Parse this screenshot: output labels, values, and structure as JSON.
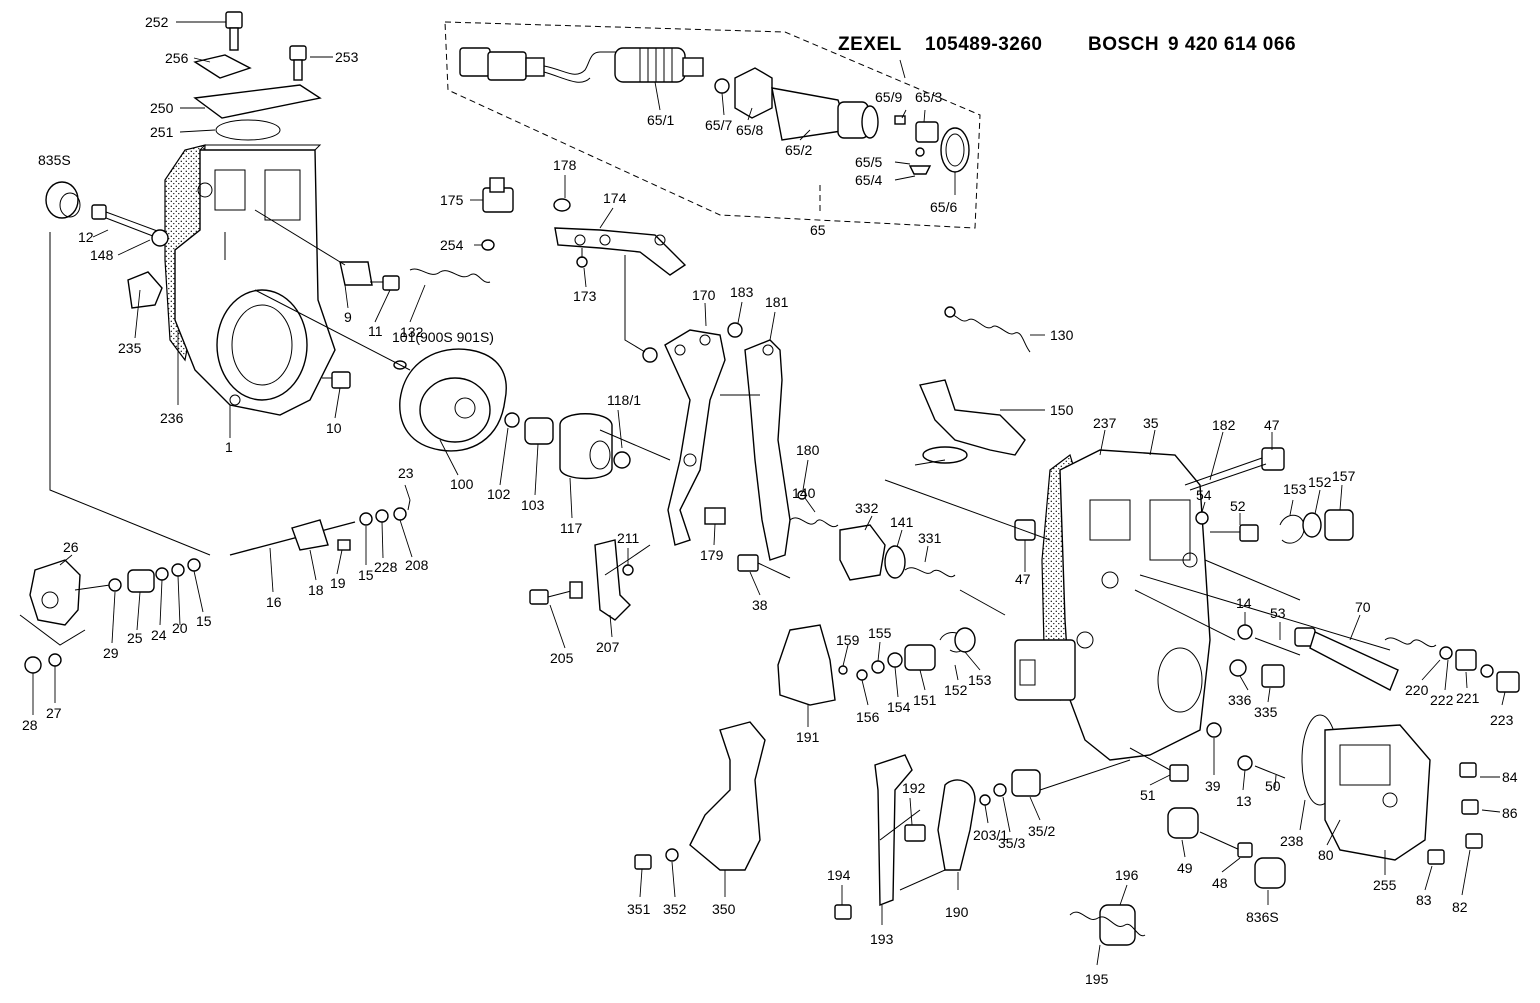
{
  "header": {
    "maker1": "ZEXEL",
    "part_no1": "105489-3260",
    "maker2": "BOSCH",
    "part_no2": "9 420 614 066"
  },
  "labels": {
    "l252": "252",
    "l253": "253",
    "l256": "256",
    "l250": "250",
    "l251": "251",
    "l835s": "835S",
    "l12": "12",
    "l148": "148",
    "l235": "235",
    "l236": "236",
    "l1": "1",
    "l9": "9",
    "l11": "11",
    "l132": "132",
    "l10": "10",
    "l101": "101(900S 901S)",
    "l100": "100",
    "l102": "102",
    "l103": "103",
    "l117": "117",
    "l118_1": "118/1",
    "l175": "175",
    "l254": "254",
    "l178": "178",
    "l174": "174",
    "l173": "173",
    "l170": "170",
    "l183": "183",
    "l181": "181",
    "l180": "180",
    "l179": "179",
    "l65_1": "65/1",
    "l65_7": "65/7",
    "l65_8": "65/8",
    "l65_2": "65/2",
    "l65_9": "65/9",
    "l65_3": "65/3",
    "l65_5": "65/5",
    "l65_4": "65/4",
    "l65_6": "65/6",
    "l65": "65",
    "l130": "130",
    "l150": "150",
    "l237": "237",
    "l35": "35",
    "l182": "182",
    "l47a": "47",
    "l47b": "47",
    "l54": "54",
    "l52": "52",
    "l153a": "153",
    "l152a": "152",
    "l157": "157",
    "l140": "140",
    "l332": "332",
    "l141": "141",
    "l331": "331",
    "l38": "38",
    "l23": "23",
    "l26": "26",
    "l29": "29",
    "l25": "25",
    "l24": "24",
    "l20": "20",
    "l15a": "15",
    "l16": "16",
    "l18": "18",
    "l19": "19",
    "l15b": "15",
    "l228": "228",
    "l208": "208",
    "l28": "28",
    "l27": "27",
    "l211": "211",
    "l205": "205",
    "l207": "207",
    "l159": "159",
    "l155": "155",
    "l156": "156",
    "l154": "154",
    "l151": "151",
    "l152b": "152",
    "l153b": "153",
    "l191": "191",
    "l14": "14",
    "l53": "53",
    "l70": "70",
    "l220": "220",
    "l222": "222",
    "l221": "221",
    "l223": "223",
    "l336": "336",
    "l335": "335",
    "l39": "39",
    "l13": "13",
    "l50": "50",
    "l51": "51",
    "l238": "238",
    "l84": "84",
    "l86": "86",
    "l80": "80",
    "l255": "255",
    "l83": "83",
    "l82": "82",
    "l49": "49",
    "l48": "48",
    "l836s": "836S",
    "l192": "192",
    "l203_1": "203/1",
    "l35_3": "35/3",
    "l35_2": "35/2",
    "l190": "190",
    "l194": "194",
    "l193": "193",
    "l196": "196",
    "l195": "195",
    "l350": "350",
    "l351": "351",
    "l352": "352"
  }
}
